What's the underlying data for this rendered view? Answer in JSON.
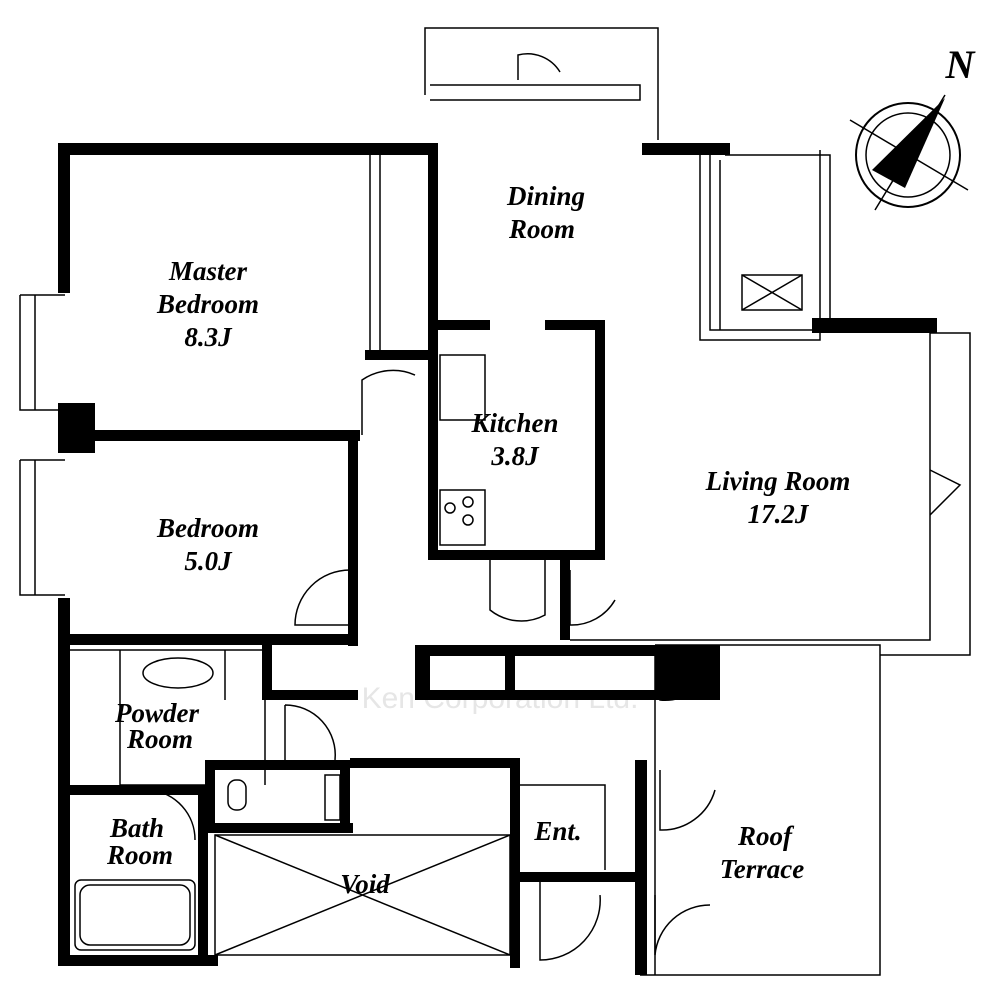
{
  "rooms": {
    "dining": {
      "line1": "Dining",
      "line2": "Room"
    },
    "master_bedroom": {
      "line1": "Master",
      "line2": "Bedroom",
      "size": "8.3J"
    },
    "kitchen": {
      "line1": "Kitchen",
      "size": "3.8J"
    },
    "living_room": {
      "line1": "Living Room",
      "size": "17.2J"
    },
    "bedroom": {
      "line1": "Bedroom",
      "size": "5.0J"
    },
    "powder_room": {
      "line1": "Powder",
      "line2": "Room"
    },
    "bath_room": {
      "line1": "Bath",
      "line2": "Room"
    },
    "void": {
      "line1": "Void"
    },
    "entrance": {
      "line1": "Ent."
    },
    "roof_terrace": {
      "line1": "Roof",
      "line2": "Terrace"
    }
  },
  "compass": {
    "label": "N"
  },
  "watermark": "Ken Corporation Ltd."
}
